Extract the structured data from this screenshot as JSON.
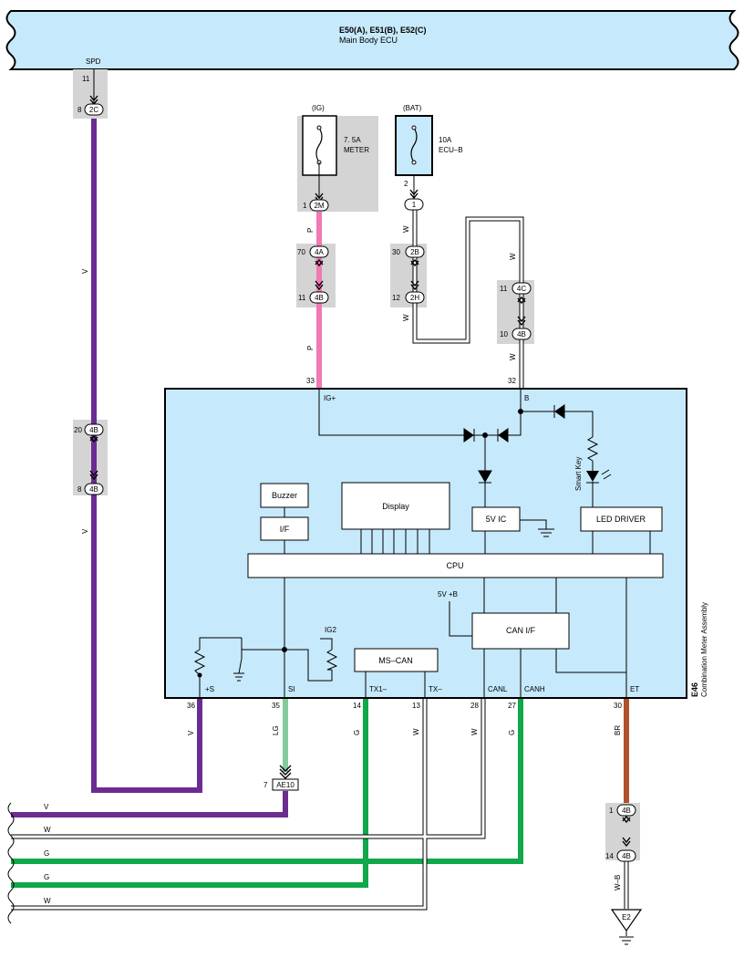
{
  "ecu_header": {
    "title": "E50(A), E51(B), E52(C)",
    "subtitle": "Main Body ECU",
    "spd_label": "SPD"
  },
  "fuses": {
    "ig": {
      "tag": "(IG)",
      "rating": "7. 5A",
      "name": "METER"
    },
    "bat": {
      "tag": "(BAT)",
      "rating": "10A",
      "name": "ECU–B"
    }
  },
  "meter": {
    "code": "E46",
    "name": "Combination Meter Assembly",
    "terminals": {
      "ig_plus": "IG+",
      "b": "B",
      "plus_s": "+S",
      "si": "SI",
      "tx1": "TX1–",
      "tx": "TX–",
      "canl": "CANL",
      "canh": "CANH",
      "et": "ET"
    },
    "blocks": {
      "buzzer": "Buzzer",
      "if": "I/F",
      "display": "Display",
      "ic5v": "5V IC",
      "led_driver": "LED DRIVER",
      "cpu": "CPU",
      "can_if": "CAN I/F",
      "ms_can": "MS–CAN",
      "v5b": "5V +B",
      "ig2": "IG2",
      "smart_key": "Smart Key"
    }
  },
  "pins": {
    "spd_11": "11",
    "spd_8": "8",
    "ig_1": "1",
    "bat_2": "2",
    "p70": "70",
    "p11a": "11",
    "b30": "30",
    "b12": "12",
    "c11": "11",
    "c10": "10",
    "pin33": "33",
    "pin32": "32",
    "j20": "20",
    "j8": "8",
    "pin36": "36",
    "pin35": "35",
    "pin14": "14",
    "pin13": "13",
    "pin28": "28",
    "pin27": "27",
    "pin30": "30",
    "ae7": "7",
    "e1": "1",
    "e14": "14"
  },
  "connectors": {
    "c2C": "2C",
    "c2M": "2M",
    "c1": "1",
    "c4A": "4A",
    "c4B_a": "4B",
    "c2B": "2B",
    "c2H": "2H",
    "c4C": "4C",
    "c4B_b": "4B",
    "c4B_c": "4B",
    "c4B_d": "4B",
    "cAE10": "AE10",
    "c4B_e": "4B",
    "c4B_f": "4B",
    "ground_e2": "E2"
  },
  "wire_colors": {
    "spd_v1": "V",
    "spd_v2": "V",
    "ig_p1": "P",
    "ig_p2": "P",
    "bat_w1": "W",
    "bat_w2": "W",
    "b_w1": "W",
    "b_w2": "W",
    "s36": "V",
    "s35": "LG",
    "s14": "G",
    "s13": "W",
    "s28": "W",
    "s27": "G",
    "s30": "BR",
    "wb": "W–B",
    "bus_v": "V",
    "bus_w1": "W",
    "bus_g1": "G",
    "bus_g2": "G",
    "bus_w2": "W"
  },
  "colors": {
    "violet": "#6b2c91",
    "pink": "#ef7ab5",
    "green": "#10a84a",
    "light_green": "#82cc9c",
    "brown": "#b0532b",
    "box_fill": "#c6e9fb"
  }
}
